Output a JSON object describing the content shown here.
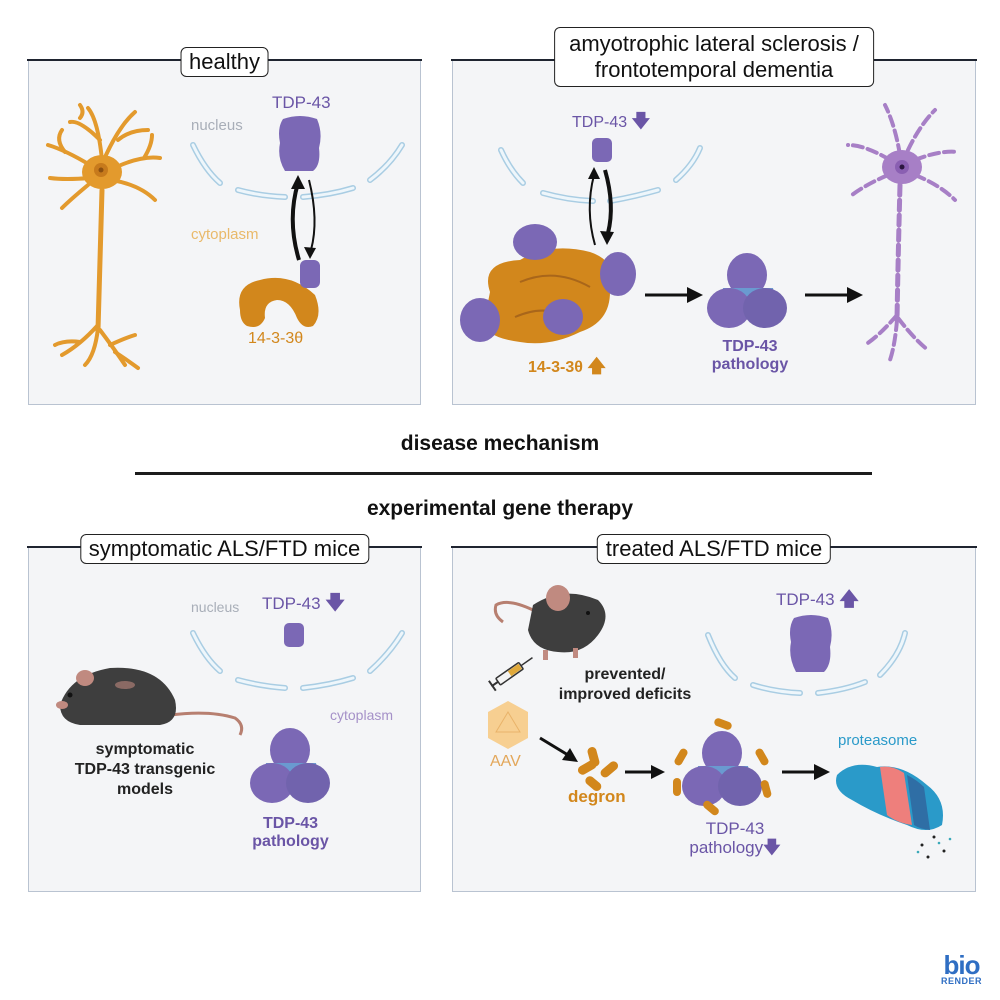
{
  "colors": {
    "neuron_healthy": "#e39a2d",
    "neuron_disease": "#a77fc6",
    "tdp43": "#7b68b5",
    "tdp43_dark": "#6a55a6",
    "protein_1433": "#d2871c",
    "membrane": "#a9cde3",
    "proteasome_blue": "#2a9ac9",
    "proteasome_pink": "#ee7f7c",
    "aav": "#f7cf91",
    "mouse": "#3e3e3e",
    "panel_bg": "#f4f5f7"
  },
  "top": {
    "healthy": {
      "title": "healthy",
      "tdp43_label": "TDP-43",
      "nucleus_label": "nucleus",
      "cytoplasm_label": "cytoplasm",
      "protein_label": "14-3-3θ",
      "icons": [
        "neuron-icon",
        "tdp43-protein-icon",
        "nuclear-membrane-icon",
        "bidirectional-arrow-icon",
        "14-3-3-protein-icon"
      ]
    },
    "disease": {
      "title_line1": "amyotrophic lateral sclerosis /",
      "title_line2": "frontotemporal dementia",
      "tdp43_label": "TDP-43",
      "tdp43_trend": "down",
      "protein_label": "14-3-3θ",
      "protein_trend": "up",
      "pathology_line1": "TDP-43",
      "pathology_line2": "pathology",
      "icons": [
        "tdp43-protein-icon",
        "nuclear-membrane-icon",
        "protein-complex-icon",
        "arrow-right-icon",
        "tdp43-aggregate-icon",
        "degenerating-neuron-icon"
      ]
    }
  },
  "sections": {
    "disease_mechanism": "disease mechanism",
    "gene_therapy": "experimental gene therapy"
  },
  "bottom": {
    "symptomatic": {
      "title": "symptomatic ALS/FTD mice",
      "nucleus_label": "nucleus",
      "tdp43_label": "TDP-43",
      "tdp43_trend": "down",
      "cytoplasm_label": "cytoplasm",
      "mouse_line1": "symptomatic",
      "mouse_line2": "TDP-43 transgenic",
      "mouse_line3": "models",
      "pathology_line1": "TDP-43",
      "pathology_line2": "pathology"
    },
    "treated": {
      "title": "treated ALS/FTD mice",
      "tdp43_label": "TDP-43",
      "tdp43_trend": "up",
      "outcome_line1": "prevented/",
      "outcome_line2": "improved deficits",
      "aav_label": "AAV",
      "degron_label": "degron",
      "proteasome_label": "proteasome",
      "pathology_line1": "TDP-43",
      "pathology_line2": "pathology",
      "pathology_trend": "down"
    }
  },
  "logo": {
    "line1": "bio",
    "line2": "RENDER"
  }
}
